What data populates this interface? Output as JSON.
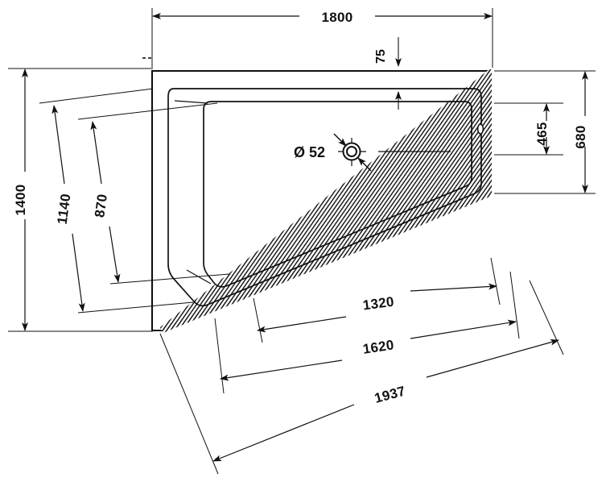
{
  "drawing": {
    "type": "technical-dimension-drawing",
    "subject": "asymmetric corner bathtub plan view",
    "background_color": "#ffffff",
    "line_color": "#111111",
    "units": "mm"
  },
  "dimensions": {
    "top_width": "1800",
    "rim_width": "75",
    "right_inner": "465",
    "right_outer": "680",
    "left_outer": "1400",
    "left_mid": "1140",
    "left_inner": "870",
    "bottom_inner": "1320",
    "bottom_mid": "1620",
    "bottom_outer": "1937"
  },
  "drain": {
    "diameter_symbol": "Ø",
    "diameter_label": "Ø 52",
    "value": "52"
  },
  "labels": {
    "d1800": "1800",
    "d75": "75",
    "d465": "465",
    "d680": "680",
    "d1400": "1400",
    "d1140": "1140",
    "d870": "870",
    "d1320": "1320",
    "d1620": "1620",
    "d1937": "1937",
    "ddrain": "Ø 52"
  }
}
